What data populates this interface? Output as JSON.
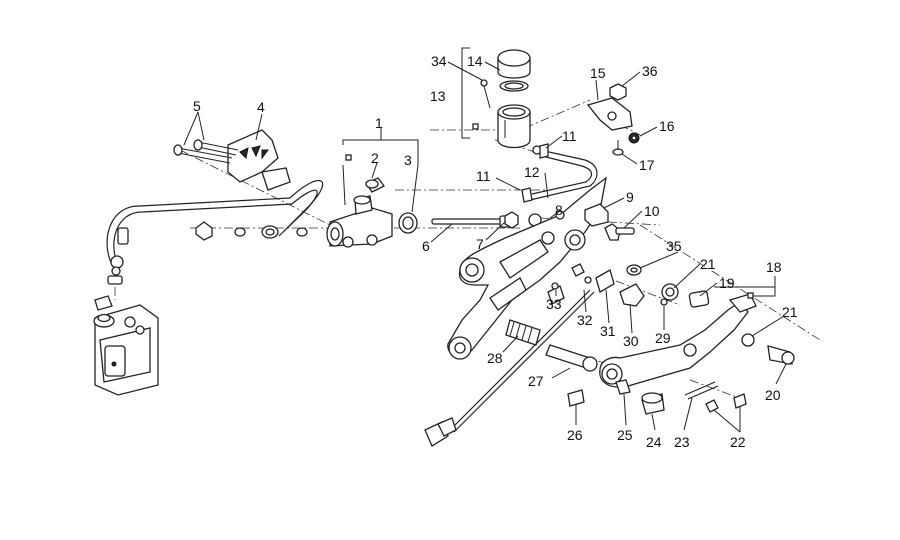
{
  "diagram": {
    "callouts": [
      {
        "id": "c1",
        "label": "1"
      },
      {
        "id": "c2",
        "label": "2"
      },
      {
        "id": "c3",
        "label": "3"
      },
      {
        "id": "c4",
        "label": "4"
      },
      {
        "id": "c5",
        "label": "5"
      },
      {
        "id": "c6",
        "label": "6"
      },
      {
        "id": "c7",
        "label": "7"
      },
      {
        "id": "c8",
        "label": "8"
      },
      {
        "id": "c9",
        "label": "9"
      },
      {
        "id": "c10",
        "label": "10"
      },
      {
        "id": "c11a",
        "label": "11"
      },
      {
        "id": "c11b",
        "label": "11"
      },
      {
        "id": "c12",
        "label": "12"
      },
      {
        "id": "c13",
        "label": "13"
      },
      {
        "id": "c14",
        "label": "14"
      },
      {
        "id": "c15",
        "label": "15"
      },
      {
        "id": "c16",
        "label": "16"
      },
      {
        "id": "c17",
        "label": "17"
      },
      {
        "id": "c18",
        "label": "18"
      },
      {
        "id": "c19",
        "label": "19"
      },
      {
        "id": "c20",
        "label": "20"
      },
      {
        "id": "c21a",
        "label": "21"
      },
      {
        "id": "c21b",
        "label": "21"
      },
      {
        "id": "c22",
        "label": "22"
      },
      {
        "id": "c23",
        "label": "23"
      },
      {
        "id": "c24",
        "label": "24"
      },
      {
        "id": "c25",
        "label": "25"
      },
      {
        "id": "c26",
        "label": "26"
      },
      {
        "id": "c27",
        "label": "27"
      },
      {
        "id": "c28",
        "label": "28"
      },
      {
        "id": "c29",
        "label": "29"
      },
      {
        "id": "c30",
        "label": "30"
      },
      {
        "id": "c31",
        "label": "31"
      },
      {
        "id": "c32",
        "label": "32"
      },
      {
        "id": "c33",
        "label": "33"
      },
      {
        "id": "c34",
        "label": "34"
      },
      {
        "id": "c35",
        "label": "35"
      },
      {
        "id": "c36",
        "label": "36"
      }
    ]
  }
}
